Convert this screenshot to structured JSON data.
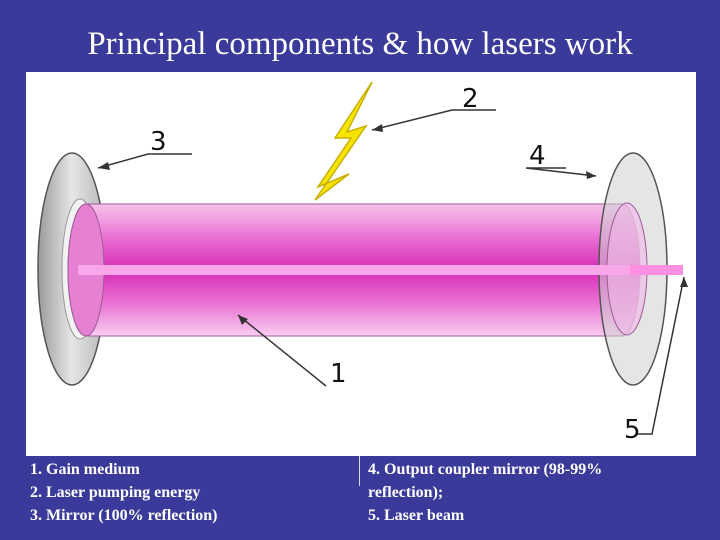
{
  "title": "Principal components & how lasers work",
  "labels": {
    "gain_medium": "1",
    "pump_energy": "2",
    "mirror": "3",
    "output_coupler": "4",
    "laser_beam": "5"
  },
  "captions_left": [
    "1. Gain medium",
    "2. Laser pumping energy",
    "3. Mirror (100% reflection)"
  ],
  "captions_right": [
    "4. Output coupler mirror (98-99%",
    "reflection);",
    "5. Laser beam"
  ],
  "colors": {
    "background": "#3a3a9a",
    "tube": "#e040c0",
    "beam": "#ff88e0",
    "lightning": "#ffee00",
    "mirror": "#c8c8c8"
  }
}
